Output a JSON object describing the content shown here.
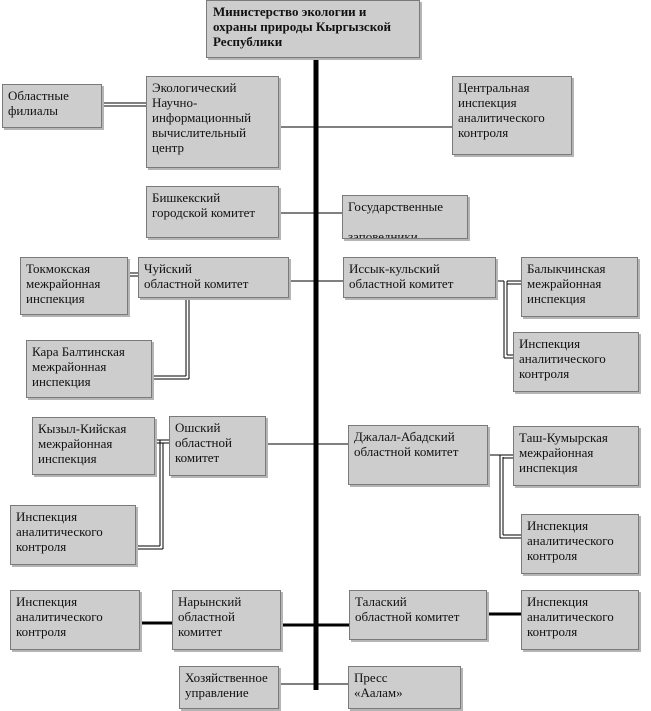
{
  "org_chart": {
    "root": "Министерство экологии и\nохраны природы Кыргызской\nРеспублики",
    "nodes": {
      "regional_branches": "Областные\nфилиалы",
      "eco_center": "Экологический\nНаучно-\nинформационный\nвычислительный\nцентр",
      "central_inspection": "Центральная\nинспекция\nаналитического\nконтроля",
      "bishkek_committee": "Бишкекский\nгородской комитет",
      "state_reserves": "Государственные\n\nзаповедники",
      "tokmok_inspection": "Токмокская\nмежрайонная\nинспекция",
      "chui_committee": "                       Чуйский\nобластной комитет",
      "issyk_kul_committee": "Иссык-кульский\nобластной комитет",
      "balykchy_inspection": "Балыкчинская\nмежрайонная\nинспекция",
      "issyk_kul_analytical": "Инспекция\nаналитического\nконтроля",
      "kara_balta_inspection": "Кара Балтинская\nмежрайонная\nинспекция",
      "kyzyl_kiya_inspection": "Кызыл-Кийская\nмежрайонная\nинспекция",
      "osh_committee": "Ошский\nобластной\nкомитет",
      "jalal_abad_committee": "Джалал-Абадский\nобластной комитет",
      "tash_kumyr_inspection": "Таш-Кумырская\nмежрайонная\nинспекция",
      "osh_analytical": "Инспекция\nаналитического\nконтроля",
      "jalal_abad_analytical": "Инспекция\nаналитического\nконтроля",
      "naryn_analytical": "Инспекция\nаналитического\nконтроля",
      "naryn_committee": "Нарынский\nобластной\nкомитет",
      "talas_committee": "                Талаский\nобластной комитет",
      "talas_analytical": "Инспекция\nаналитического\nконтроля",
      "economic_dept": "Хозяйственное\nуправление",
      "press_aalam": "Пресс\n«Аалам»"
    }
  }
}
